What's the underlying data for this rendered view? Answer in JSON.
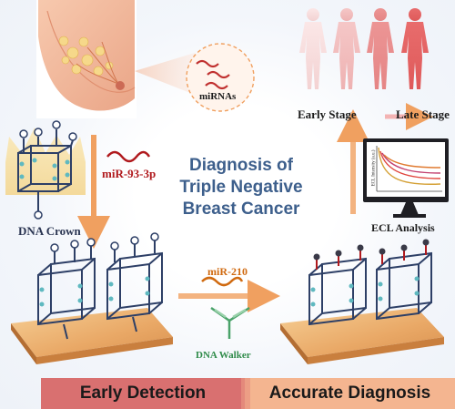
{
  "labels": {
    "mirnas": "miRNAs",
    "dna_crown": "DNA Crown",
    "mir93": "miR-93-3p",
    "mir210": "miR-210",
    "dna_walker": "DNA Walker",
    "early_stage": "Early Stage",
    "late_stage": "Late Stage",
    "ecl_analysis": "ECL Analysis",
    "ecl_axis": "ECL Intensity (a.u.)"
  },
  "title_lines": [
    "Diagnosis of",
    "Triple Negative",
    "Breast Cancer"
  ],
  "bottom_bar": {
    "left": "Early Detection",
    "right": "Accurate Diagnosis"
  },
  "colors": {
    "mir93_text": "#b0191d",
    "mir210_text": "#d06a10",
    "walker_text": "#2f8b4a",
    "title_text": "#3d5f8c",
    "arrow": "#f0a060",
    "bar_left": "#d97070",
    "bar_right": "#f4b590",
    "figure_light": "#f7dada",
    "figure_dark": "#e56b6b"
  }
}
